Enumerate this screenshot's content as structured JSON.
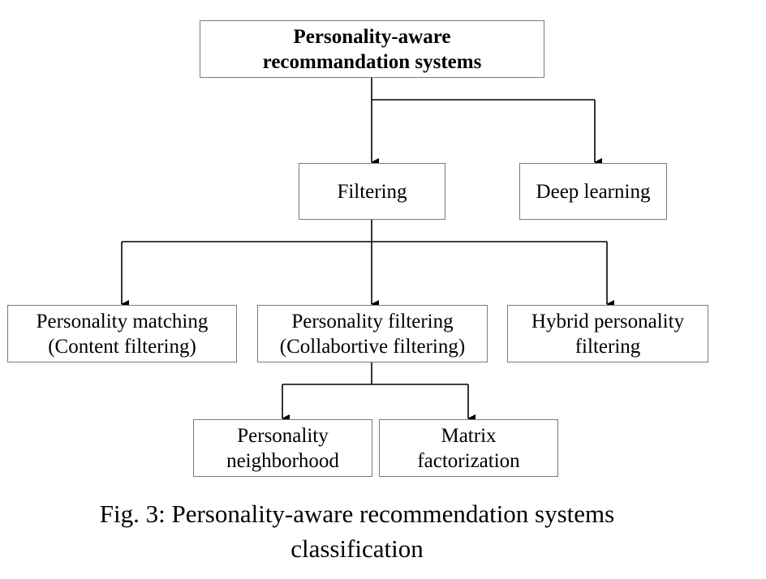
{
  "diagram": {
    "root": {
      "line1": "Personality-aware",
      "line2": "recommandation systems"
    },
    "filtering": {
      "label": "Filtering"
    },
    "deep_learning": {
      "label": "Deep learning"
    },
    "personality_matching": {
      "line1": "Personality matching",
      "line2": "(Content filtering)"
    },
    "personality_filtering": {
      "line1": "Personality filtering",
      "line2": "(Collabortive filtering)"
    },
    "hybrid_filtering": {
      "line1": "Hybrid personality",
      "line2": "filtering"
    },
    "personality_neighborhood": {
      "line1": "Personality",
      "line2": "neighborhood"
    },
    "matrix_factorization": {
      "line1": "Matrix",
      "line2": "factorization"
    },
    "colors": {
      "box_border": "#7a7a7a",
      "connector": "#000000"
    }
  },
  "caption": {
    "line1": "Fig. 3: Personality-aware recommendation systems",
    "line2": "classification"
  }
}
